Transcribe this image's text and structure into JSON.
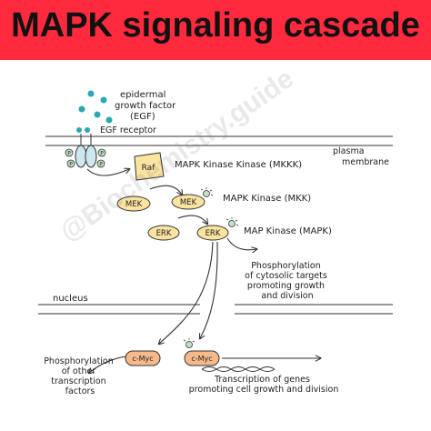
{
  "title": "MAPK signaling cascade",
  "labels": {
    "egf": [
      "epidermal",
      "growth factor",
      "(EGF)"
    ],
    "egf_receptor": "EGF receptor",
    "plasma_membrane": [
      "plasma",
      "membrane"
    ],
    "raf": "Raf",
    "mkkk": "MAPK Kinase Kinase (MKKK)",
    "mek": "MEK",
    "mkk": "MAPK Kinase (MKK)",
    "erk": "ERK",
    "mapk": "MAP Kinase (MAPK)",
    "cytosolic": [
      "Phosphorylation",
      "of cytosolic targets",
      "promoting growth",
      "and division"
    ],
    "nucleus": "nucleus",
    "cmyc": "c-Myc",
    "transcription_factors": [
      "Phosphorylation",
      "of other",
      "transcription",
      "factors"
    ],
    "transcription_genes": [
      "Transcription of genes",
      "promoting cell growth and division"
    ],
    "phospho": "P"
  },
  "watermark": "@Biochemistry.guide",
  "colors": {
    "banner": "#ff2a3d",
    "egf_dot": "#2aa9b0",
    "receptor": "#cde6ef",
    "kinase_fill": "#fbe3a0",
    "cmyc_fill": "#f5b98a",
    "phospho_fill": "#bfe3c4",
    "line": "#333333"
  }
}
